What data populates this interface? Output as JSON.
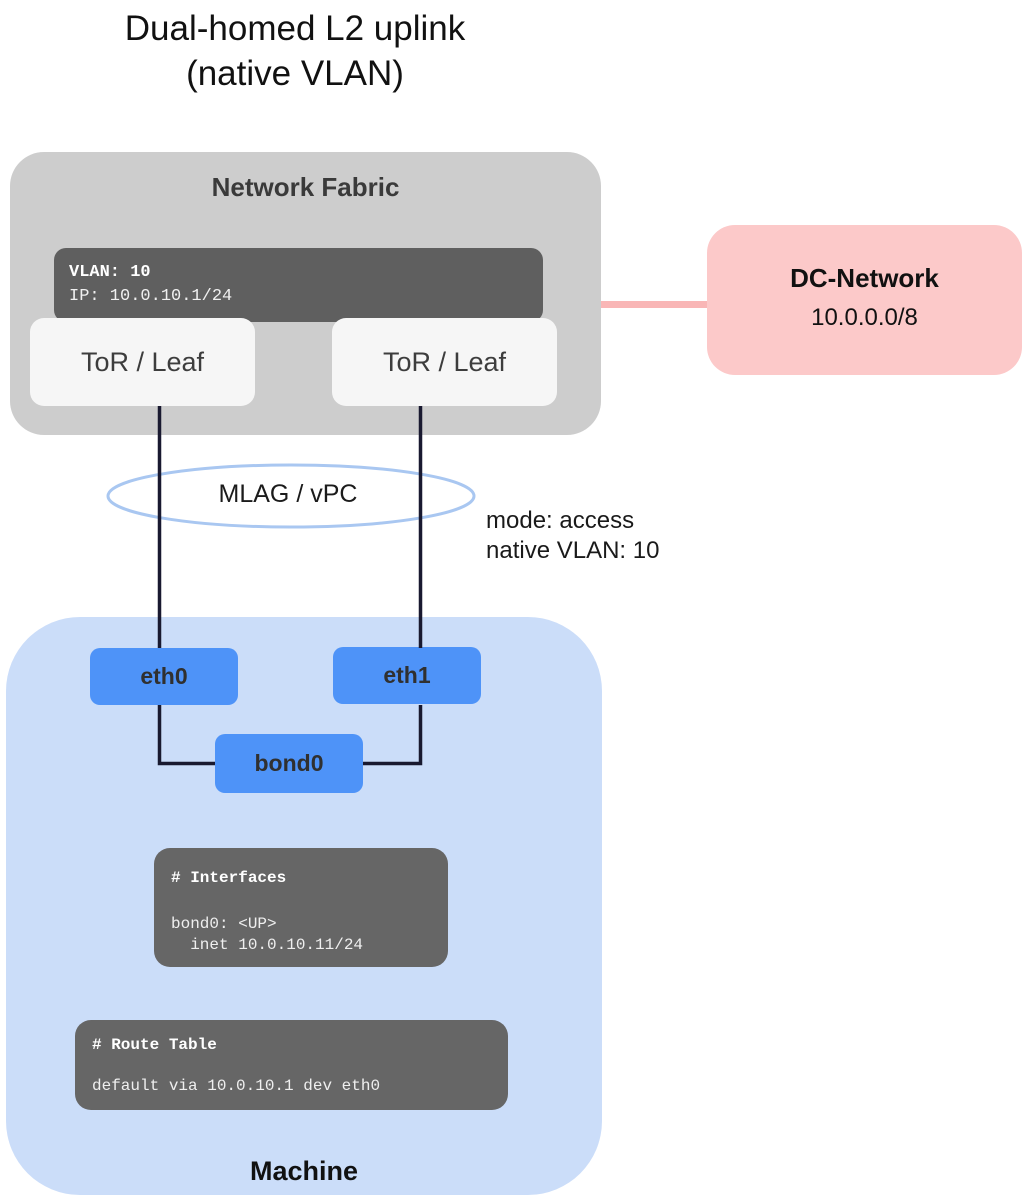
{
  "title": {
    "line1": "Dual-homed L2 uplink",
    "line2": "(native VLAN)"
  },
  "fabric": {
    "label": "Network Fabric",
    "vlan_panel": {
      "line1": "VLAN: 10",
      "line2": "IP: 10.0.10.1/24"
    },
    "tor_left": "ToR / Leaf",
    "tor_right": "ToR / Leaf"
  },
  "dc_network": {
    "title": "DC-Network",
    "subnet": "10.0.0.0/8"
  },
  "mlag": {
    "label": "MLAG / vPC"
  },
  "uplink_note": {
    "line1": "mode: access",
    "line2": "native VLAN: 10"
  },
  "machine": {
    "label": "Machine",
    "nics": {
      "eth0": "eth0",
      "eth1": "eth1",
      "bond0": "bond0"
    },
    "interfaces_panel": {
      "header": "# Interfaces",
      "line1": "bond0: <UP>",
      "line2": "  inet 10.0.10.11/24"
    },
    "route_panel": {
      "header": "# Route Table",
      "line1": "default via 10.0.10.1 dev eth0"
    }
  },
  "colors": {
    "fabric_gray": "#cdcdcd",
    "panel_dark": "#5f5f5f",
    "code_dark": "#666666",
    "tor_white": "#f6f6f6",
    "pink_box": "#fcc9c9",
    "pink_line": "#f9b6b6",
    "machine_blue": "#cbddf9",
    "nic_blue": "#4e93f8",
    "line_navy": "#191930",
    "ellipse_blue": "#a9c7f1"
  }
}
